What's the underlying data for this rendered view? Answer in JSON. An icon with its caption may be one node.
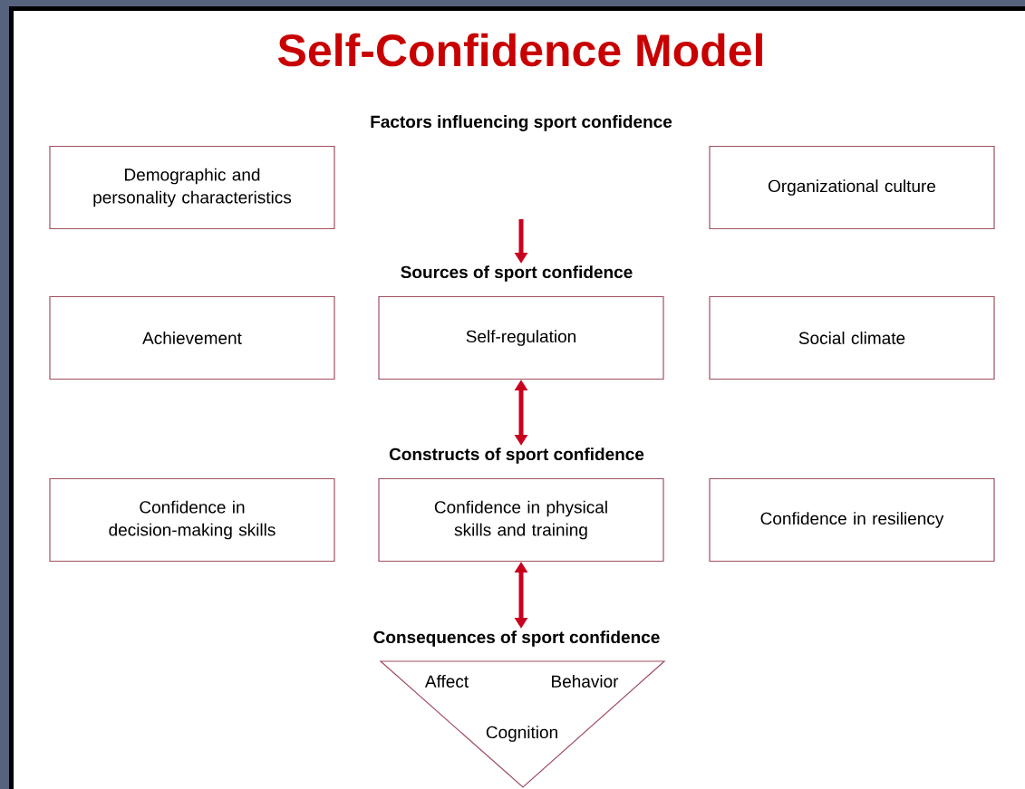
{
  "diagram": {
    "title": "Self-Confidence Model",
    "nodes": [
      {
        "text": [
          "Factors influencing sport confidence"
        ]
      },
      {
        "text": [
          "Demographic and personality characteristics"
        ]
      },
      {
        "text": [
          "Organizational culture"
        ]
      },
      {
        "text": [
          "Sources of sport confidence"
        ]
      },
      {
        "text": [
          "Achievement"
        ]
      },
      {
        "text": [
          "Self-regulation"
        ]
      },
      {
        "text": [
          "Social climate"
        ]
      },
      {
        "text": [
          "Constructs of sport confidence"
        ]
      },
      {
        "text": [
          "Confidence in decision-making skills"
        ]
      },
      {
        "text": [
          "Confidence in physical skills and training"
        ]
      },
      {
        "text": [
          "Confidence in resiliency"
        ]
      },
      {
        "text": [
          "Consequences of sport confidence"
        ]
      },
      {
        "text": [
          "Affect",
          "Behavior",
          "Cognition"
        ]
      }
    ],
    "edges": [
      {
        "from": null,
        "to": 3,
        "arrow": "to"
      },
      {
        "from": 5,
        "to": 7,
        "arrow": "both"
      },
      {
        "from": 9,
        "to": 11,
        "arrow": "both"
      }
    ]
  }
}
